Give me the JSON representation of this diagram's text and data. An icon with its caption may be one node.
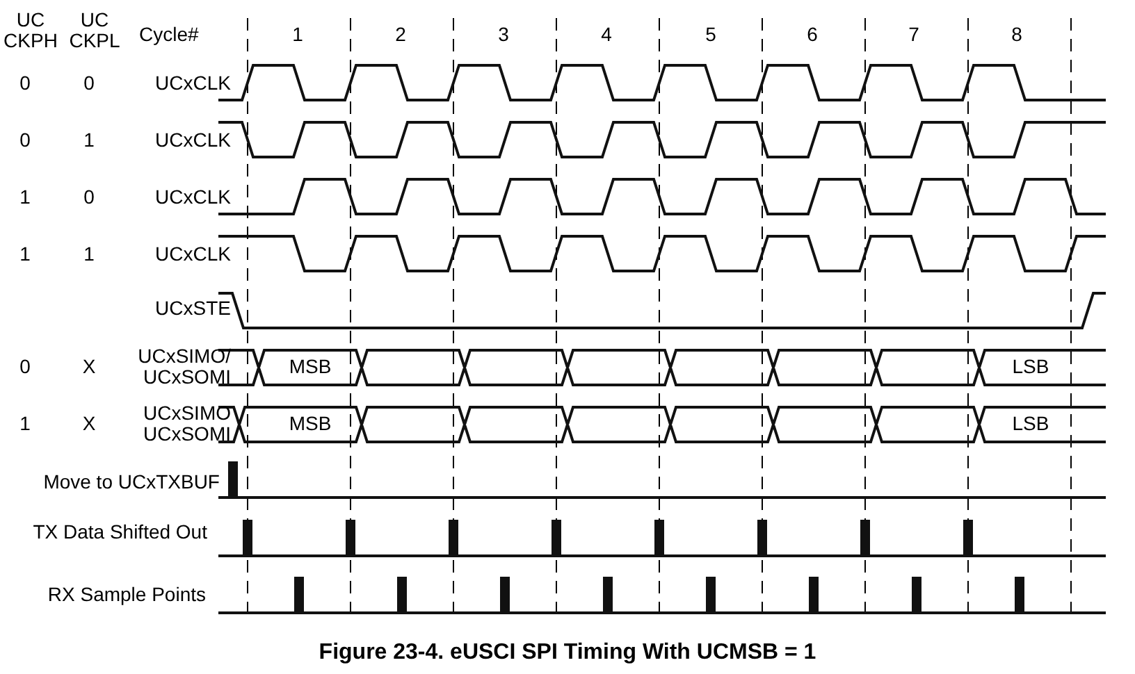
{
  "diagram": {
    "caption": "Figure 23-4. eUSCI SPI Timing With UCMSB = 1",
    "labels": [
      "UC CKPH",
      "UC CKPL",
      "Cycle#",
      "1",
      "2",
      "3",
      "4",
      "5",
      "6",
      "7",
      "8",
      "0",
      "0",
      "UCxCLK",
      "0",
      "1",
      "UCxCLK",
      "1",
      "0",
      "UCxCLK",
      "1",
      "1",
      "UCxCLK",
      "UCxSTE",
      "0",
      "X",
      "UCxSIMO/ UCxSOMI",
      "MSB",
      "LSB",
      "1",
      "X",
      "UCxSIMO UCxSOMI",
      "MSB",
      "LSB",
      "Move to UCxTXBUF",
      "TX Data Shifted Out",
      "RX Sample Points"
    ]
  }
}
